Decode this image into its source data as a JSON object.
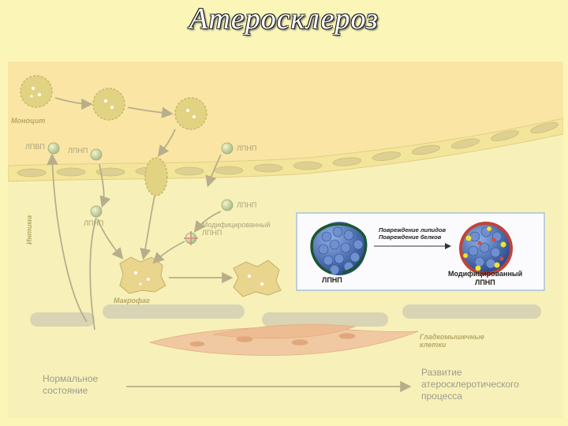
{
  "title": "Атеросклероз",
  "labels": {
    "monocyte": "Моноцит",
    "lpvp": "ЛПВП",
    "ldl_1": "ЛПНП",
    "ldl_2": "ЛПНП",
    "ldl_3": "ЛПНП",
    "ldl_4": "ЛПНП",
    "intima": "Интима",
    "modified_ldl_line1": "Модифицированный",
    "modified_ldl_line2": "ЛПНП",
    "macrophage": "Макрофаг",
    "smooth_muscle_line1": "Гладкомышечные",
    "smooth_muscle_line2": "клетки",
    "normal_line1": "Нормальное",
    "normal_line2": "состояние",
    "develop_line1": "Развитие",
    "develop_line2": "атеросклеротического",
    "develop_line3": "процесса"
  },
  "inset": {
    "damage_lipids": "Повреждение липидов",
    "damage_proteins": "Повреждение белков",
    "ldl": "ЛПНП",
    "modified_line1": "Модифицированный",
    "modified_line2": "ЛПНП"
  },
  "colors": {
    "background": "#fbf6b8",
    "vessel_lumen": "#fae6a6",
    "endothelium": "#f4e9a0",
    "intima": "#f6f0b4",
    "cell_fill": "#e2d383",
    "arrow": "#b7ae8b",
    "muscle": "#f0c9a2",
    "inset_bg": "#fbfbfd",
    "inset_border": "#a9c0dd",
    "ldl_blue": "#4f74b5",
    "ldl_band": "#1d5533",
    "modified_red": "#c0433a",
    "modified_yellow": "#f2e23a"
  }
}
